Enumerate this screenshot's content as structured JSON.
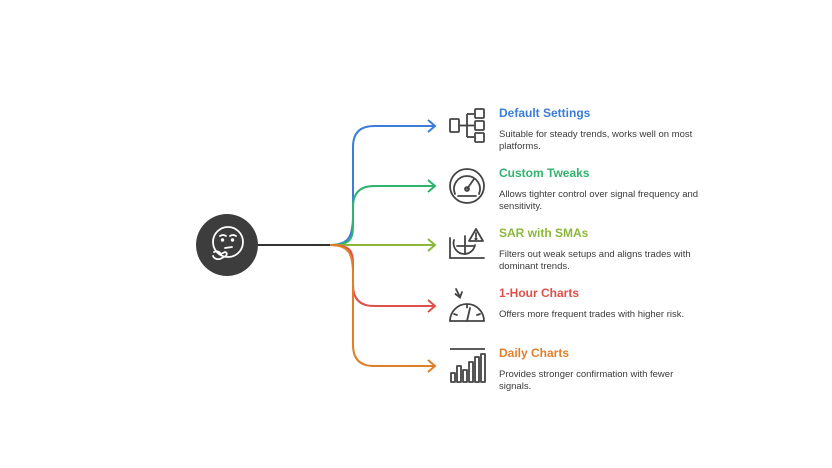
{
  "center": {
    "icon": "thinking-face-icon"
  },
  "colors": {
    "center": "#3d3d3d",
    "trunk": "#333333",
    "icon": "#444444"
  },
  "branches": [
    {
      "title": "Default Settings",
      "description": "Suitable for steady trends, works well on most platforms.",
      "color": "#3b7dd8",
      "icon": "distribution-network-icon"
    },
    {
      "title": "Custom Tweaks",
      "description": "Allows tighter control over signal frequency and sensitivity.",
      "color": "#2fb36e",
      "icon": "gauge-dial-icon"
    },
    {
      "title": "SAR with SMAs",
      "description": "Filters out weak setups and aligns trades with dominant trends.",
      "color": "#8cb83a",
      "icon": "chart-alert-icon"
    },
    {
      "title": "1-Hour Charts",
      "description": "Offers more frequent trades with higher risk.",
      "color": "#e0504a",
      "icon": "speedometer-arrow-icon"
    },
    {
      "title": "Daily Charts",
      "description": "Provides stronger confirmation with fewer signals.",
      "color": "#e07f2a",
      "icon": "bar-chart-icon"
    }
  ]
}
